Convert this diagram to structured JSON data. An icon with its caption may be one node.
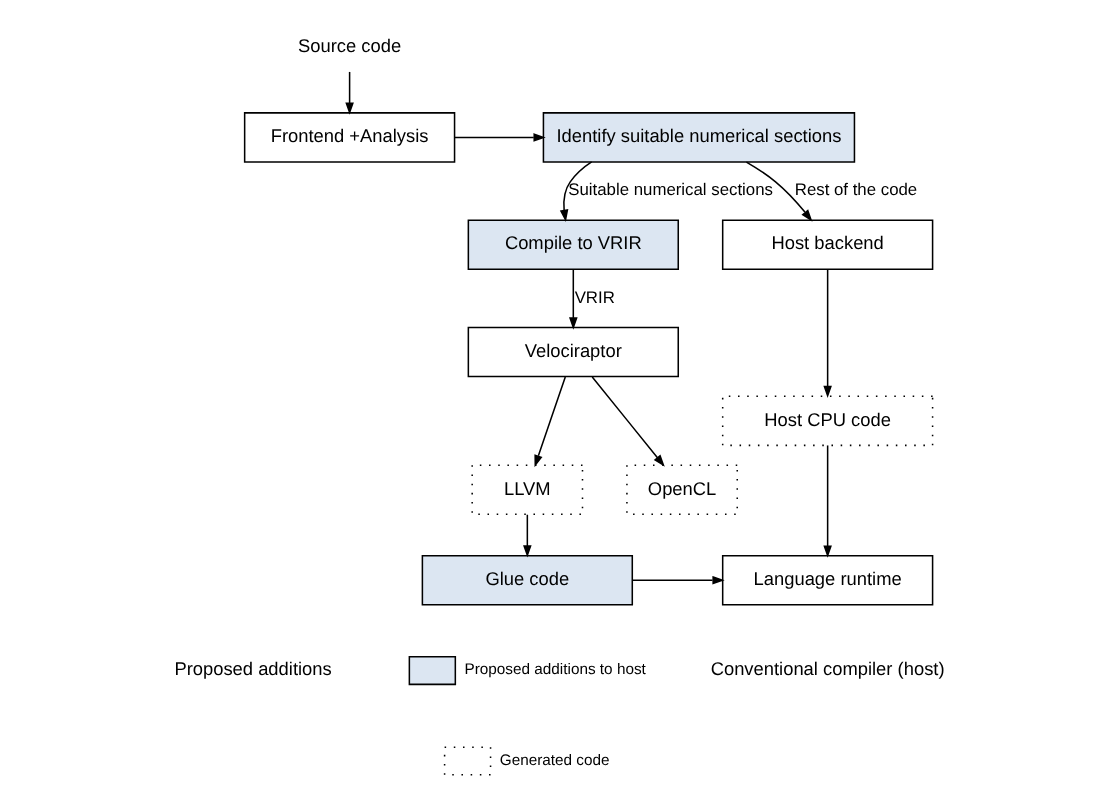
{
  "diagram": {
    "nodes": [
      {
        "text": [
          "Source code"
        ]
      },
      {
        "text": [
          "Frontend +Analysis"
        ]
      },
      {
        "text": [
          "Identify suitable numerical sections"
        ]
      },
      {
        "text": [
          "Compile to VRIR"
        ]
      },
      {
        "text": [
          "Velociraptor"
        ]
      },
      {
        "text": [
          "LLVM"
        ]
      },
      {
        "text": [
          "OpenCL"
        ]
      },
      {
        "text": [
          "Host backend"
        ]
      },
      {
        "text": [
          "Host CPU code"
        ]
      },
      {
        "text": [
          "Language runtime"
        ]
      },
      {
        "text": [
          "Glue code"
        ]
      }
    ],
    "edges": [
      {
        "from": 0,
        "to": 1,
        "arrow": "to"
      },
      {
        "from": 1,
        "to": 2,
        "arrow": "to"
      },
      {
        "from": 2,
        "to": 3,
        "arrow": "to",
        "label": "Suitable numerical sections"
      },
      {
        "from": 2,
        "to": 7,
        "arrow": "to",
        "label": "Rest of the code"
      },
      {
        "from": 3,
        "to": 4,
        "arrow": "to",
        "label": "VRIR"
      },
      {
        "from": 4,
        "to": 5,
        "arrow": "to"
      },
      {
        "from": 4,
        "to": 6,
        "arrow": "to"
      },
      {
        "from": 5,
        "to": 10,
        "arrow": "to"
      },
      {
        "from": 7,
        "to": 8,
        "arrow": "to"
      },
      {
        "from": 8,
        "to": 9,
        "arrow": "to"
      },
      {
        "from": 10,
        "to": 9,
        "arrow": "to"
      }
    ],
    "labels": [
      "Conventional compiler (host)",
      "Proposed additions"
    ],
    "legend": [
      {
        "text": "Proposed additions to host",
        "color": "#dce6f2"
      },
      {
        "text": "Generated code"
      }
    ]
  }
}
